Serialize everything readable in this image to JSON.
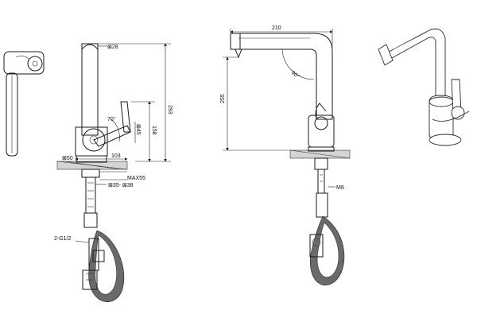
{
  "labels": {
    "sq_28": "⊠28",
    "dim_293": "293",
    "dim_158": "158",
    "angle_70": "70°",
    "sq_45": "⊠45",
    "sq_50": "⊠50",
    "dim_103": "103",
    "max55": "MAX55",
    "sq_35_38": "⊠35- ⊠38",
    "thread": "2-G1/2",
    "dim_210": "210",
    "dim_255": "255",
    "angle_90": "90°",
    "m8": "M8"
  }
}
